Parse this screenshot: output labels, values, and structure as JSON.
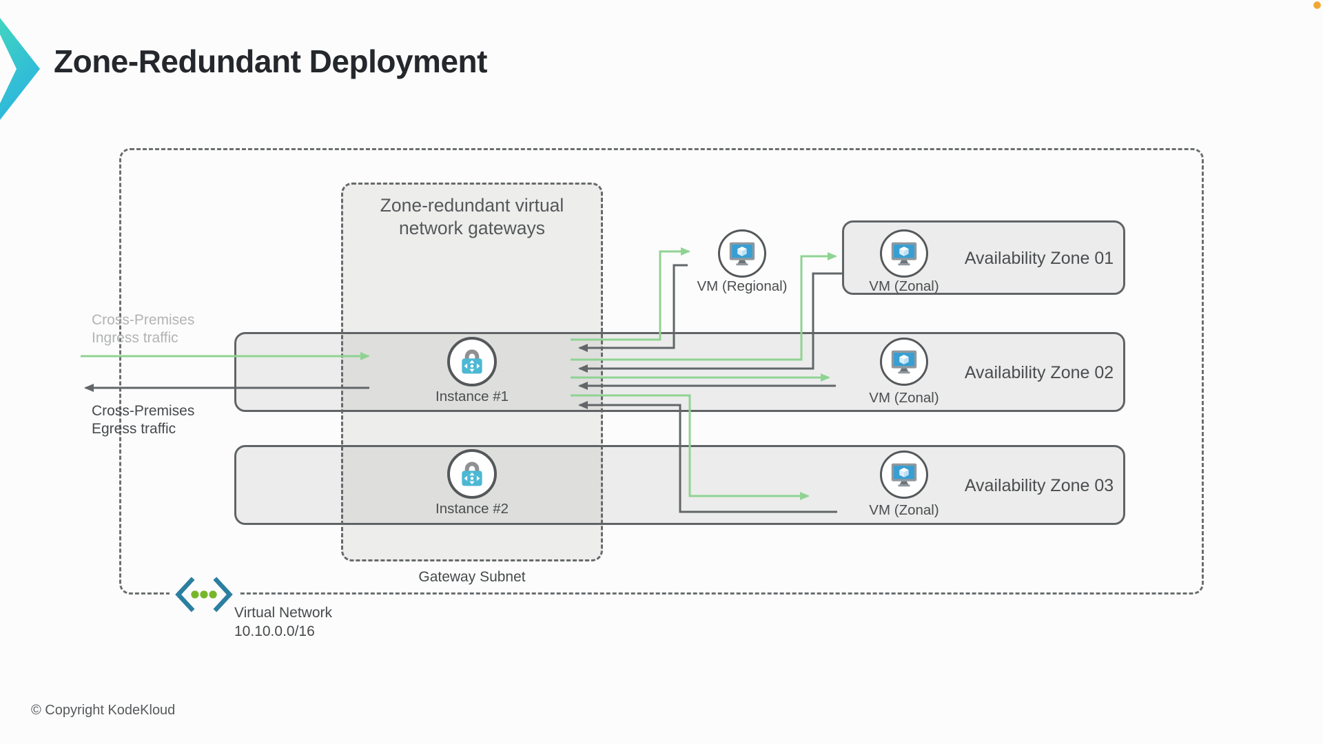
{
  "slide": {
    "title": "Zone-Redundant Deployment",
    "copyright": "© Copyright KodeKloud"
  },
  "diagram": {
    "virtual_network": {
      "name": "Virtual Network",
      "cidr": "10.10.0.0/16"
    },
    "gateway_subnet": {
      "group_title": "Zone-redundant virtual network gateways",
      "caption": "Gateway Subnet",
      "instances": [
        "Instance #1",
        "Instance #2"
      ]
    },
    "vm_regional_label": "VM (Regional)",
    "zones": [
      {
        "label": "Availability Zone 01",
        "vm": "VM (Zonal)"
      },
      {
        "label": "Availability Zone 02",
        "vm": "VM (Zonal)"
      },
      {
        "label": "Availability Zone 03",
        "vm": "VM (Zonal)"
      }
    ],
    "traffic": {
      "ingress": [
        "Cross-Premises",
        "Ingress traffic"
      ],
      "egress": [
        "Cross-Premises",
        "Egress traffic"
      ]
    }
  },
  "colors": {
    "ingress-green": "#8fd392",
    "egress-gray": "#626668",
    "icon-teal": "#4cb8d3",
    "icon-screen-blue": "#379fd4",
    "vnet-blue": "#2b7fa0",
    "vnet-dot-green": "#77b62b",
    "logo-top": "#41d5bf",
    "logo-bottom": "#2cb4e0",
    "corner-dot": "#efa733"
  }
}
